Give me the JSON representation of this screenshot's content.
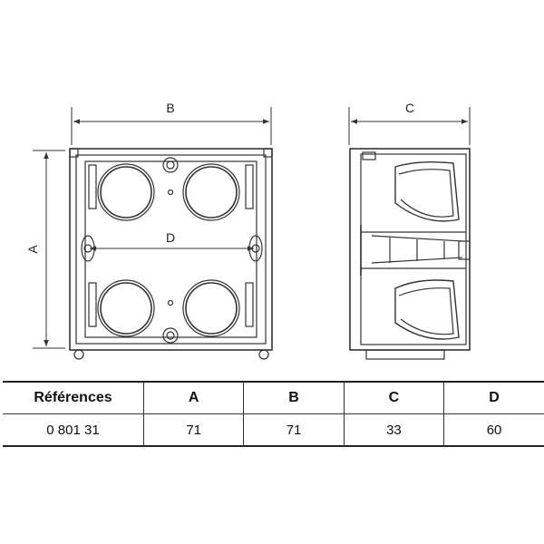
{
  "dimension_labels": {
    "a": "A",
    "b": "B",
    "c": "C",
    "d": "D"
  },
  "table": {
    "headers": [
      "Références",
      "A",
      "B",
      "C",
      "D"
    ],
    "rows": [
      [
        "0 801 31",
        "71",
        "71",
        "33",
        "60"
      ]
    ]
  },
  "colors": {
    "line": "#333333"
  }
}
